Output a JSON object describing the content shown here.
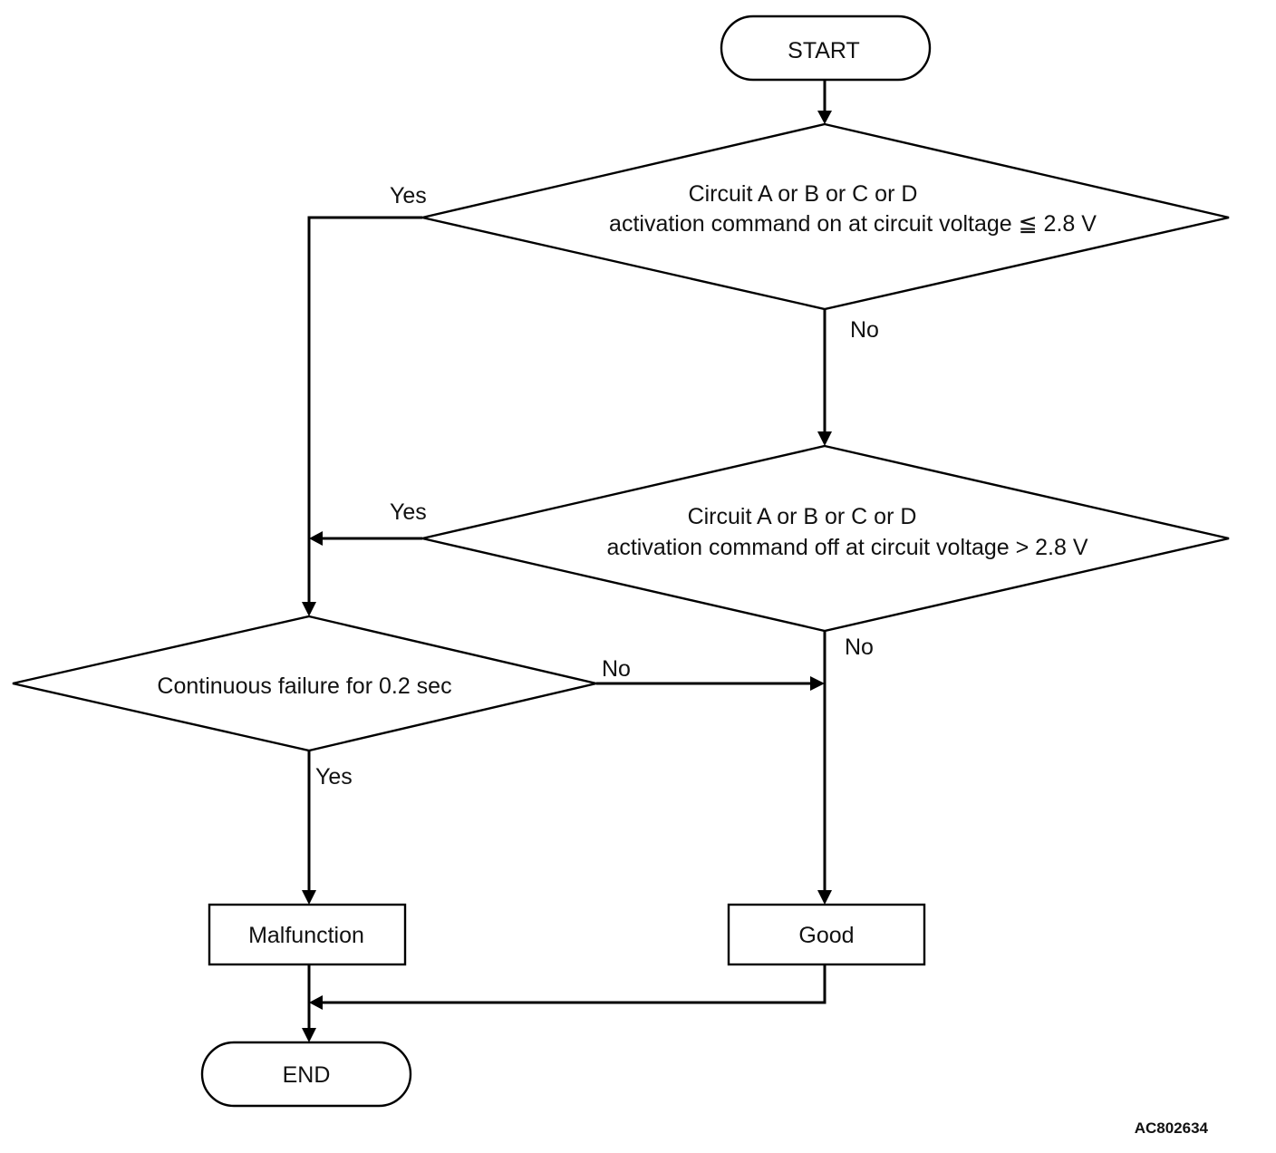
{
  "nodes": {
    "start": "START",
    "decision1_line1": "Circuit A or B or C or D",
    "decision1_line2": "activation command on at circuit voltage ≦ 2.8 V",
    "decision2_line1": "Circuit A or B or C or D",
    "decision2_line2": "activation command off at circuit voltage > 2.8 V",
    "decision3": "Continuous failure for 0.2 sec",
    "malfunction": "Malfunction",
    "good": "Good",
    "end": "END"
  },
  "edges": {
    "d1_yes": "Yes",
    "d1_no": "No",
    "d2_yes": "Yes",
    "d2_no": "No",
    "d3_no": "No",
    "d3_yes": "Yes"
  },
  "figure_code": "AC802634"
}
